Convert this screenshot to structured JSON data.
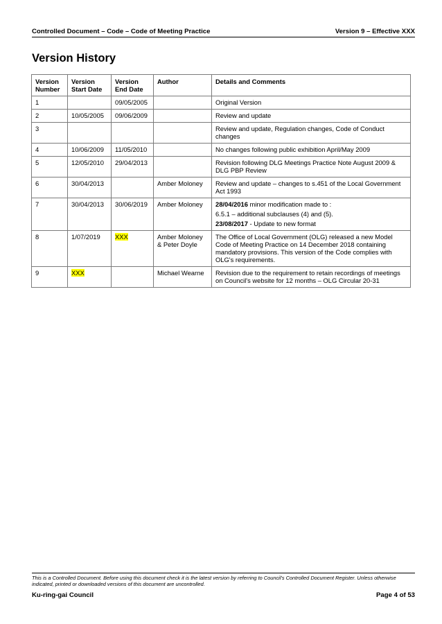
{
  "header": {
    "left": "Controlled Document – Code – Code of Meeting Practice",
    "right": "Version 9 – Effective XXX"
  },
  "title": "Version History",
  "table": {
    "headers": [
      "Version Number",
      "Version Start Date",
      "Version End Date",
      "Author",
      "Details and Comments"
    ],
    "rows": [
      {
        "version": "1",
        "start": "",
        "end": "09/05/2005",
        "author": "",
        "details": "Original Version"
      },
      {
        "version": "2",
        "start": "10/05/2005",
        "end": "09/06/2009",
        "author": "",
        "details": "Review and update"
      },
      {
        "version": "3",
        "start": "",
        "end": "",
        "author": "",
        "details": "Review and update, Regulation changes, Code of Conduct changes"
      },
      {
        "version": "4",
        "start": "10/06/2009",
        "end": "11/05/2010",
        "author": "",
        "details": "No changes following public exhibition April/May 2009"
      },
      {
        "version": "5",
        "start": "12/05/2010",
        "end": "29/04/2013",
        "author": "",
        "details": "Revision following DLG Meetings Practice Note August 2009 & DLG PBP Review"
      },
      {
        "version": "6",
        "start": "30/04/2013",
        "end": "",
        "author": "Amber Moloney",
        "details": "Review and update – changes to s.451 of the Local Government Act 1993"
      },
      {
        "version": "7",
        "start": "30/04/2013",
        "end": "30/06/2019",
        "author": "Amber Moloney",
        "details_parts": [
          {
            "bold": "28/04/2016",
            "text": " minor modification made to :"
          },
          {
            "bold": "",
            "text": "6.5.1 – additional subclauses (4) and (5)."
          },
          {
            "bold": "23/08/2017",
            "text": " - Update to new format"
          }
        ]
      },
      {
        "version": "8",
        "start": "1/07/2019",
        "end": "XXX",
        "author": "Amber Moloney & Peter Doyle",
        "details": "The Office of Local Government (OLG) released a new Model Code of Meeting Practice on 14 December 2018 containing mandatory provisions. This version of the Code complies with OLG's requirements."
      },
      {
        "version": "9",
        "start": "XXX",
        "end": "",
        "author": "Michael Wearne",
        "details": "Revision due to the requirement to retain recordings of meetings on Council's website for 12 months – OLG Circular 20-31"
      }
    ]
  },
  "footer": {
    "disclaimer": "This is a Controlled Document.  Before using this document check it is the latest version by referring to Council's Controlled Document Register.  Unless otherwise indicated, printed or downloaded versions of this document are uncontrolled.",
    "left": "Ku-ring-gai Council",
    "right": "Page 4 of 53"
  },
  "colors": {
    "highlight": "#ffff00",
    "border": "#7a7a7a"
  }
}
